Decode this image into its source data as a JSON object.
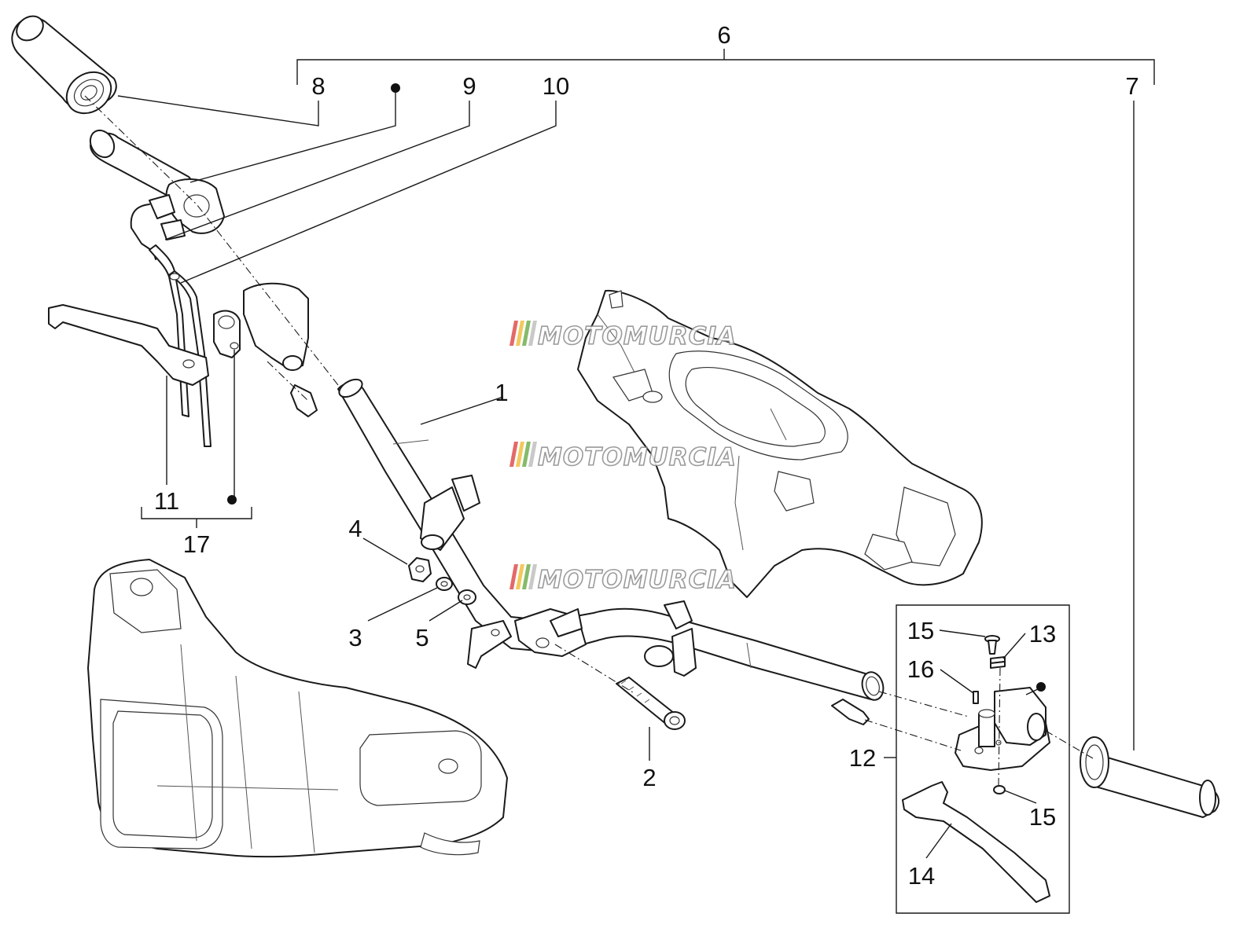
{
  "diagram": {
    "callouts": [
      {
        "id": "c1",
        "label": "1"
      },
      {
        "id": "c2",
        "label": "2"
      },
      {
        "id": "c3",
        "label": "3"
      },
      {
        "id": "c4",
        "label": "4"
      },
      {
        "id": "c5",
        "label": "5"
      },
      {
        "id": "c6",
        "label": "6"
      },
      {
        "id": "c7",
        "label": "7"
      },
      {
        "id": "c8",
        "label": "8"
      },
      {
        "id": "c9",
        "label": "9"
      },
      {
        "id": "c10",
        "label": "10"
      },
      {
        "id": "c11",
        "label": "11"
      },
      {
        "id": "c12",
        "label": "12"
      },
      {
        "id": "c13",
        "label": "13"
      },
      {
        "id": "c14",
        "label": "14"
      },
      {
        "id": "c15a",
        "label": "15"
      },
      {
        "id": "c15b",
        "label": "15"
      },
      {
        "id": "c16",
        "label": "16"
      },
      {
        "id": "c17",
        "label": "17"
      }
    ],
    "watermark": {
      "text": "MOTOMURCIA",
      "stripe_colors": [
        "#e05050",
        "#f0c040",
        "#70b050",
        "#c0c0c0"
      ]
    }
  }
}
